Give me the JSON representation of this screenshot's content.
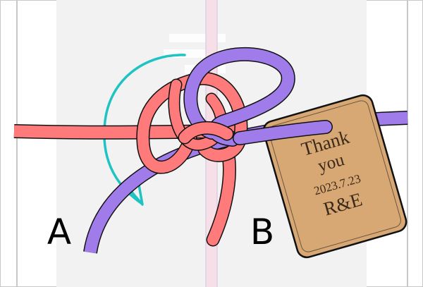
{
  "labels": {
    "end_a": "A",
    "end_b": "B"
  },
  "tag": {
    "line1": "Thank",
    "line2": "you",
    "date": "2023.7.23",
    "initials": "R&E"
  },
  "colors": {
    "paper": "#f2f2f2",
    "red_ribbon": "#ff7b7b",
    "purple_ribbon": "#a07cea",
    "arrow": "#1fc3c3",
    "tag_fill": "#d8a874",
    "outline": "#111111"
  },
  "icons": {
    "direction": "curved-arrow-icon",
    "gift_tag": "gift-tag-icon"
  }
}
